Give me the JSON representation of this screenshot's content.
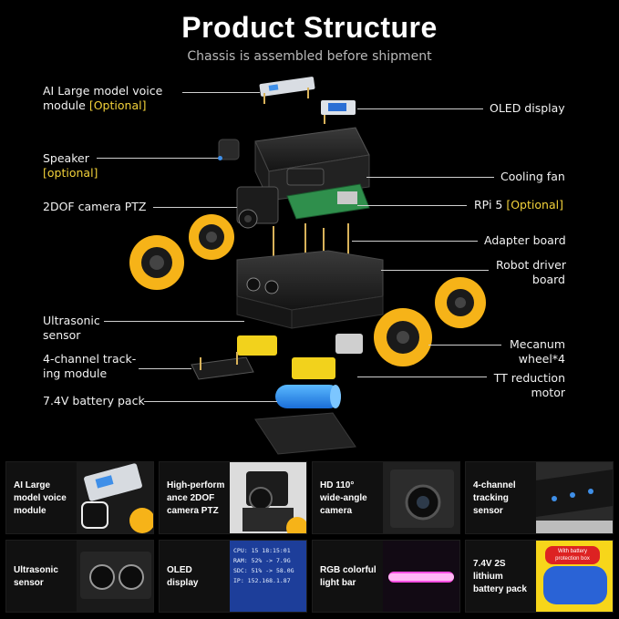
{
  "header": {
    "title": "Product Structure",
    "subtitle": "Chassis is assembled before shipment"
  },
  "labels": {
    "ai_module_line1": "AI Large model voice",
    "ai_module_line2": "module",
    "ai_module_opt": "[Optional]",
    "speaker": "Speaker",
    "speaker_opt": "[optional]",
    "camera_ptz": "2DOF camera PTZ",
    "ultrasonic_line1": "Ultrasonic",
    "ultrasonic_line2": "sensor",
    "tracking_line1": "4-channel track-",
    "tracking_line2": "ing module",
    "battery": "7.4V battery pack",
    "oled": "OLED display",
    "cooling_fan": "Cooling fan",
    "rpi": "RPi 5",
    "rpi_opt": "[Optional]",
    "adapter": "Adapter board",
    "driver_line1": "Robot driver",
    "driver_line2": "board",
    "mecanum_line1": "Mecanum",
    "mecanum_line2": "wheel*4",
    "motor_line1": "TT reduction",
    "motor_line2": "motor"
  },
  "features": [
    {
      "line1": "AI Large",
      "line2": "model voice",
      "line3": "module"
    },
    {
      "line1": "High-perform",
      "line2": "ance 2DOF",
      "line3": "camera PTZ"
    },
    {
      "line1": "HD 110°",
      "line2": "wide-angle",
      "line3": "camera"
    },
    {
      "line1": "4-channel",
      "line2": "tracking",
      "line3": "sensor"
    },
    {
      "line1": "Ultrasonic",
      "line2": "sensor",
      "line3": ""
    },
    {
      "line1": "OLED",
      "line2": "display",
      "line3": ""
    },
    {
      "line1": "RGB colorful",
      "line2": "light bar",
      "line3": ""
    },
    {
      "line1": "7.4V 2S",
      "line2": "lithium",
      "line3": "battery pack"
    }
  ],
  "oled_screen": {
    "row1": "CPU: 15   18:15:01",
    "row2": "RAM: 52%  -> 7.9G",
    "row3": "SDC: 51%  -> 58.0G",
    "row4": "IP: 152.168.1.87"
  },
  "battery_tag": "With battery protection box",
  "colors": {
    "accent_yellow": "#f3d23a",
    "pointer_blue": "#3f8fe8",
    "wheel_yellow": "#f6b318",
    "background": "#000000"
  }
}
